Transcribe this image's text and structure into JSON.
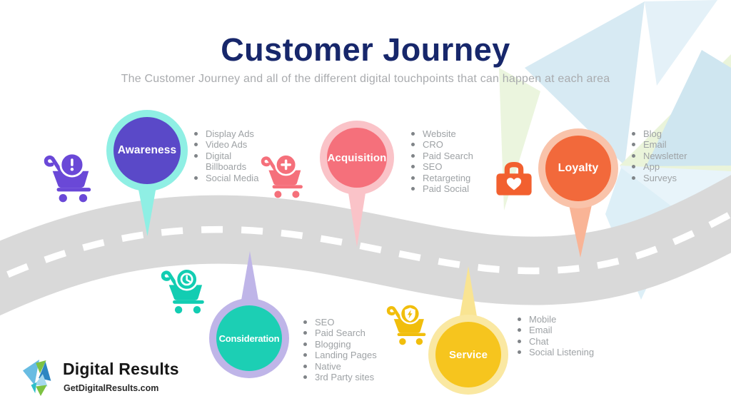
{
  "header": {
    "title": "Customer Journey",
    "subtitle": "The Customer Journey and all of the different digital touchpoints that can happen at each area"
  },
  "stages": [
    {
      "label": "Awareness",
      "items": [
        "Display Ads",
        "Video Ads",
        "Digital Billboards",
        "Social Media"
      ],
      "circle_color": "#5A49C8",
      "ring_color": "#8FEFE4",
      "tail_color": "#8FEFE4",
      "icon": "cart-alert-icon",
      "icon_color": "#6A48D7"
    },
    {
      "label": "Acquisition",
      "items": [
        "Website",
        "CRO",
        "Paid Search",
        "SEO",
        "Retargeting",
        "Paid Social"
      ],
      "circle_color": "#F5707B",
      "ring_color": "#FAC3C8",
      "tail_color": "#FAC3C8",
      "icon": "cart-plus-icon",
      "icon_color": "#F5707B"
    },
    {
      "label": "Loyalty",
      "items": [
        "Blog",
        "Email",
        "Newsletter",
        "App",
        "Surveys"
      ],
      "circle_color": "#F2693B",
      "ring_color": "#F9C3AA",
      "tail_color": "#F9B496",
      "icon": "bag-heart-icon",
      "icon_color": "#F2602F"
    },
    {
      "label": "Consideration",
      "items": [
        "SEO",
        "Paid Search",
        "Blogging",
        "Landing Pages",
        "Native",
        "3rd Party sites"
      ],
      "circle_color": "#1CCFB4",
      "ring_color": "#BFB5E8",
      "tail_color": "#BFB5E8",
      "icon": "cart-clock-icon",
      "icon_color": "#12CDB2"
    },
    {
      "label": "Service",
      "items": [
        "Mobile",
        "Email",
        "Chat",
        "Social Listening"
      ],
      "circle_color": "#F6C51E",
      "ring_color": "#FAE8A2",
      "tail_color": "#F9E492",
      "icon": "cart-shield-icon",
      "icon_color": "#F1BE0C"
    }
  ],
  "road": {
    "color": "#D9D9D9",
    "dash_color": "#FFFFFF"
  },
  "logo": {
    "name": "Digital Results",
    "website": "GetDigitalResults.com"
  },
  "colors": {
    "title": "#17276B",
    "subtitle": "#A9ABAE",
    "list_text": "#9EA2A5",
    "bullet": "#808488"
  }
}
